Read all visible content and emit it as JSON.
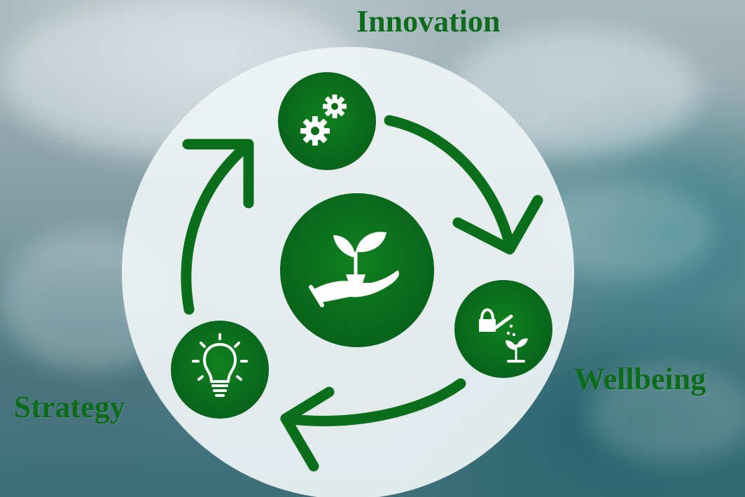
{
  "labels": {
    "innovation": "Innovation",
    "wellbeing": "Wellbeing",
    "strategy": "Strategy"
  },
  "colors": {
    "green": "#0b6e1b",
    "green_dark": "#075a14",
    "label_green": "#0d6b1c",
    "circle_fill": "#eef3f4"
  },
  "icons": {
    "center": "hand-with-plant-icon",
    "top": "gears-icon",
    "right": "watering-can-icon",
    "left": "lightbulb-icon"
  }
}
